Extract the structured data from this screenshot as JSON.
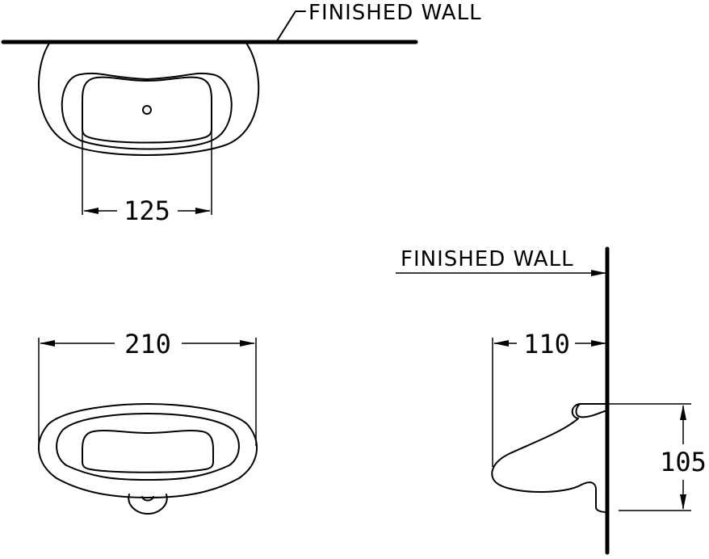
{
  "labels": {
    "top_wall": "FINISHED WALL",
    "side_wall": "FINISHED WALL"
  },
  "dimensions": {
    "top_bowl_width": "125",
    "front_width": "210",
    "side_depth": "110",
    "side_height": "105"
  }
}
